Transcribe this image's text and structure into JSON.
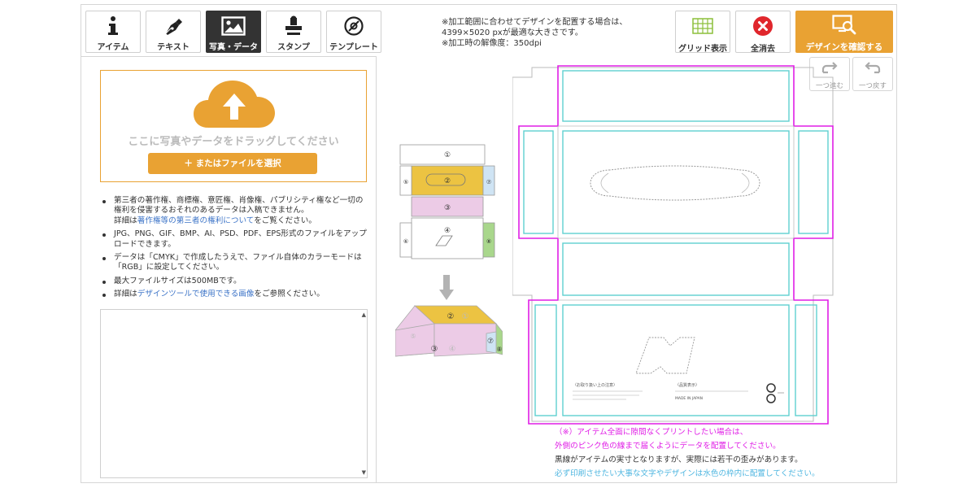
{
  "tabs": [
    {
      "label": "アイテム",
      "icon": "info-icon"
    },
    {
      "label": "テキスト",
      "icon": "pen-icon"
    },
    {
      "label": "写真・データ",
      "icon": "image-icon"
    },
    {
      "label": "スタンプ",
      "icon": "stamp-icon"
    },
    {
      "label": "テンプレート",
      "icon": "template-icon"
    }
  ],
  "active_tab": "写真・データ",
  "notice": {
    "line1": "※加工範囲に合わせてデザインを配置する場合は、",
    "line2": "4399×5020 pxが最適な大きさです。",
    "line3": "※加工時の解像度：350dpi"
  },
  "toolbar": {
    "grid_label": "グリッド表示",
    "clear_label": "全消去",
    "confirm_label": "デザインを確認する",
    "redo_label": "一つ進む",
    "undo_label": "一つ戻す"
  },
  "upload": {
    "drop_text": "ここに写真やデータをドラッグしてください",
    "select_label": "＋ またはファイルを選択"
  },
  "notes": [
    {
      "text_a": "第三者の著作権、商標権、意匠権、肖像権、パブリシティ権など一切の権利を侵害するおそれのあるデータは入稿できません。",
      "text_b": "詳細は",
      "link": "著作権等の第三者の権利について",
      "text_c": "をご覧ください。"
    },
    {
      "text_a": "JPG、PNG、GIF、BMP、AI、PSD、PDF、EPS形式のファイルをアップロードできます。"
    },
    {
      "text_a": "データは「CMYK」で作成したうえで、ファイル自体のカラーモードは「RGB」に設定してください。"
    },
    {
      "text_a": "最大ファイルサイズは500MBです。"
    },
    {
      "text_b": "詳細は",
      "link": "デザインツールで使用できる画像",
      "text_c": "をご参照ください。"
    }
  ],
  "diagram": {
    "panels": [
      "①",
      "②",
      "③",
      "④",
      "⑤",
      "⑥",
      "⑦",
      "⑧"
    ]
  },
  "template_print": {
    "caution_title": "〈お取り扱い上の注意〉",
    "quality_title": "〈品質表示〉",
    "made_in": "MADE IN JAPAN"
  },
  "canvas_notes": {
    "line1": "（※）アイテム全面に隙間なくプリントしたい場合は、",
    "line2": "外側のピンク色の線まで届くようにデータを配置してください。",
    "line3": "黒線がアイテムの実寸となりますが、実際には若干の歪みがあります。",
    "line4": "必ず印刷させたい大事な文字やデザインは水色の枠内に配置してください。"
  },
  "colors": {
    "accent": "#e9a233",
    "bleed_line": "#e01ee6",
    "safe_line": "#5fd0d0",
    "link": "#3b73c7",
    "clear_red": "#e0262c",
    "grid_green": "#8cbf3a"
  }
}
